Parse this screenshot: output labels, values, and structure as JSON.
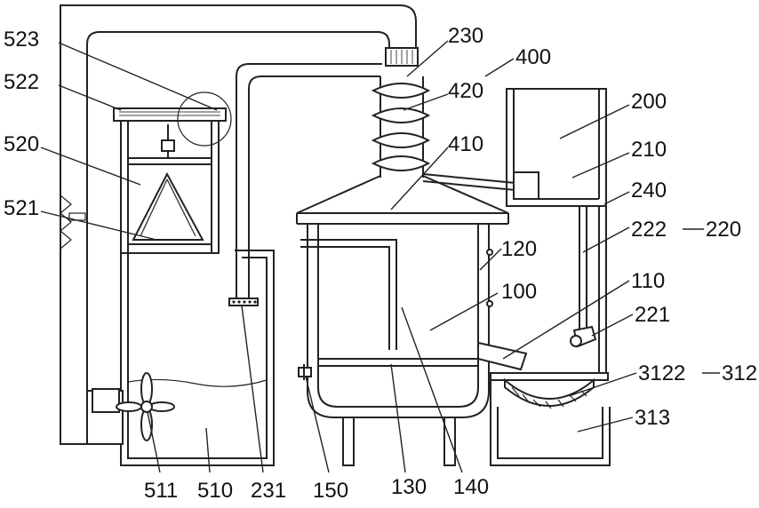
{
  "labels": {
    "l523": "523",
    "l522": "522",
    "l520": "520",
    "l521": "521",
    "l230": "230",
    "l400": "400",
    "l420": "420",
    "l410": "410",
    "l200": "200",
    "l210": "210",
    "l240": "240",
    "l222": "222",
    "l220": "220",
    "l120": "120",
    "l100": "100",
    "l110": "110",
    "l221": "221",
    "l3122": "3122",
    "l312": "312",
    "l313": "313",
    "l511": "511",
    "l510": "510",
    "l231": "231",
    "l150": "150",
    "l130": "130",
    "l140": "140"
  }
}
